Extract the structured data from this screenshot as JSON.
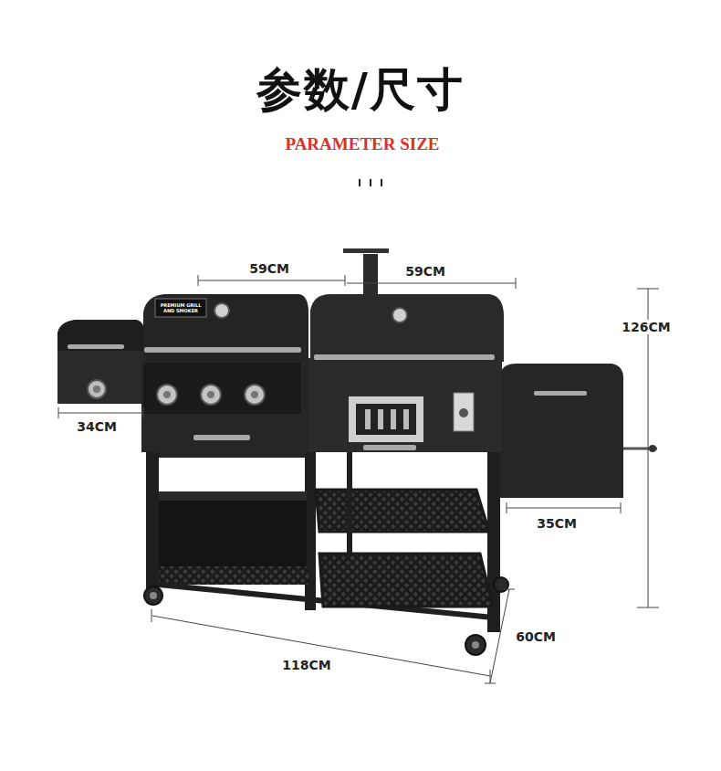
{
  "diagram": {
    "title": "参数/尺寸",
    "labels": [
      "PARAMETER SIZE",
      "59CM",
      "59CM",
      "PREMIUM GRILL AND SMOKER",
      "126CM",
      "34CM",
      "35CM",
      "60CM",
      "118CM"
    ]
  }
}
